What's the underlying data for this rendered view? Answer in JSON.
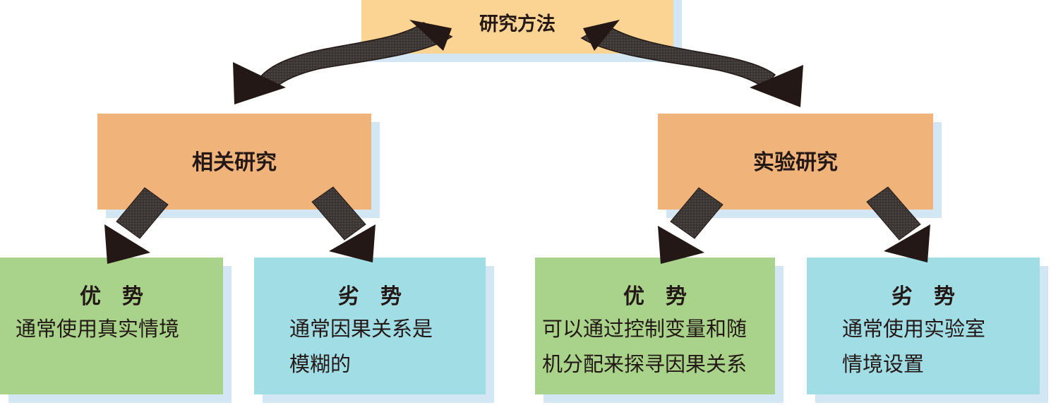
{
  "root": {
    "title": "研究方法"
  },
  "branches": [
    {
      "title": "相关研究",
      "pros": {
        "heading": "优　势",
        "lines": [
          "通常使用真实情境"
        ]
      },
      "cons": {
        "heading": "劣　势",
        "lines": [
          "通常因果关系是",
          "模糊的"
        ]
      }
    },
    {
      "title": "实验研究",
      "pros": {
        "heading": "优　势",
        "lines": [
          "可以通过控制变量和随",
          "机分配来探寻因果关系"
        ]
      },
      "cons": {
        "heading": "劣　势",
        "lines": [
          "通常使用实验室",
          "情境设置"
        ]
      }
    }
  ],
  "colors": {
    "root": "#fbd393",
    "branch": "#f0b47a",
    "pros": "#a9d38a",
    "cons": "#a1dde5",
    "shadow": "#d3e6f4",
    "arrow": "#231815"
  }
}
